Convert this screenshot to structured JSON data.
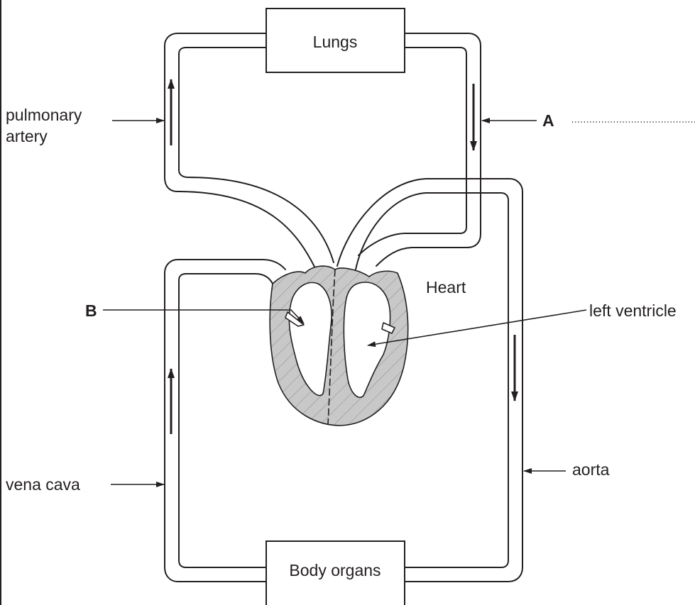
{
  "labels": {
    "lungs": "Lungs",
    "body_organs": "Body organs",
    "heart": "Heart",
    "pulmonary_artery_line1": "pulmonary",
    "pulmonary_artery_line2": "artery",
    "a": "A",
    "b": "B",
    "left_ventricle": "left ventricle",
    "vena_cava": "vena cava",
    "aorta": "aorta"
  },
  "colors": {
    "ink": "#231f20",
    "muscle": "#c8c8c8",
    "background": "#ffffff"
  }
}
